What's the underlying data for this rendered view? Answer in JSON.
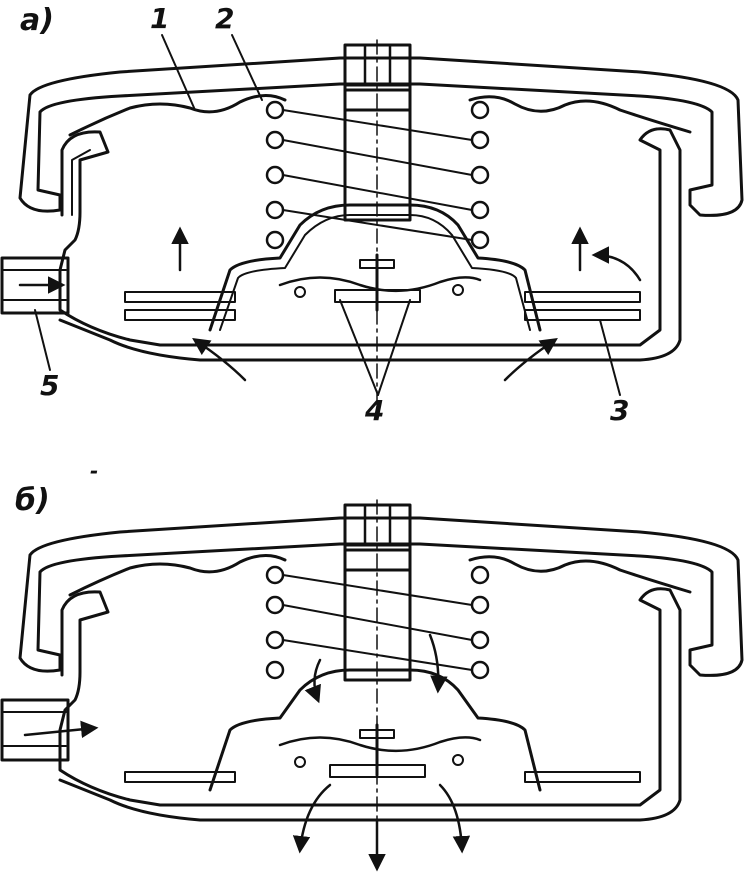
{
  "figure": {
    "panel_a": {
      "label": "а)",
      "callouts": {
        "c1": "1",
        "c2": "2",
        "c3": "3",
        "c4": "4",
        "c5": "5"
      }
    },
    "panel_b": {
      "label": "б)"
    }
  },
  "colors": {
    "ink": "#111111",
    "paper": "#ffffff"
  },
  "icons": [
    "arrow-icon",
    "spring-icon",
    "hatching-pattern"
  ]
}
